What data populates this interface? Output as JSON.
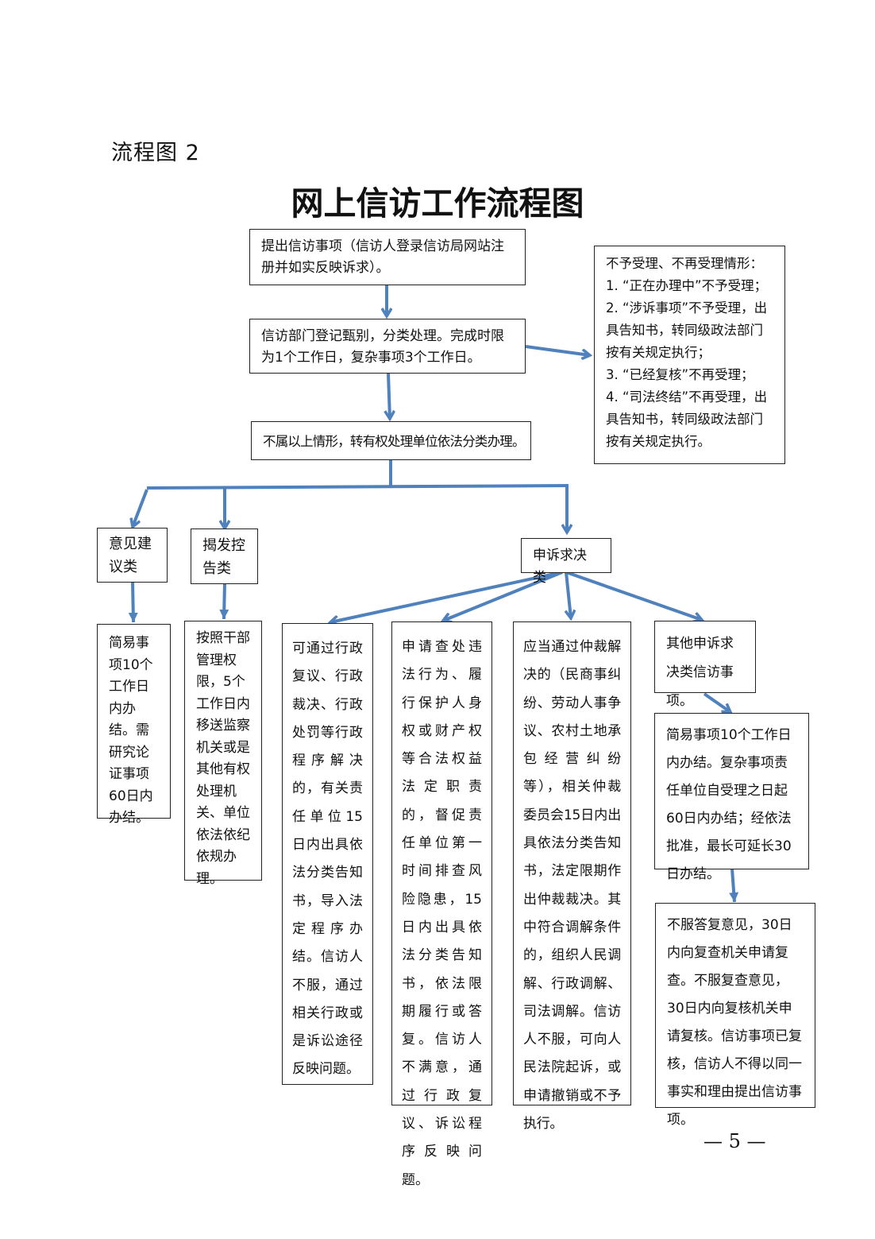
{
  "page": {
    "figure_label": "流程图 2",
    "title": "网上信访工作流程图",
    "page_number": "— 5 —"
  },
  "colors": {
    "arrow": "#4f81bd",
    "border": "#222222"
  },
  "flow": {
    "step1": "提出信访事项（信访人登录信访局网站注册并如实反映诉求）。",
    "step2": "信访部门登记甄别，分类处理。完成时限为1个工作日，复杂事项3个工作日。",
    "rejection": {
      "heading": "不予受理、不再受理情形：",
      "items": [
        "1. “正在办理中”不予受理；",
        "2. “涉诉事项”不予受理，出具告知书，转同级政法部门按有关规定执行；",
        "3. “已经复核”不再受理；",
        "4. “司法终结”不再受理，出具告知书，转同级政法部门按有关规定执行。"
      ]
    },
    "step3": "不属以上情形，转有权处理单位依法分类办理。",
    "categories": {
      "suggestion": {
        "label": "意见建议类",
        "detail": "简易事项10个工作日内办结。需研究论证事项60日内办结。"
      },
      "report": {
        "label": "揭发控告类",
        "detail": "按照干部管理权限，5个工作日内移送监察机关或是其他有权处理机关、单位依法依纪依规办理。"
      },
      "appeal": {
        "label": "申诉求决类",
        "branches": {
          "administrative": "可通过行政复议、行政裁决、行政处罚等行政程序解决的，有关责任单位15日内出具依法分类告知书，导入法定程序办结。信访人不服，通过相关行政或是诉讼途径反映问题。",
          "statutory_duty": "申请查处违法行为、履行保护人身权或财产权等合法权益法定职责的，督促责任单位第一时间排查风险隐患，15日内出具依法分类告知书，依法限期履行或答复。信访人不满意，通过行政复议、诉讼程序反映问题。",
          "arbitration": "应当通过仲裁解决的（民商事纠纷、劳动人事争议、农村土地承包经营纠纷等），相关仲裁委员会15日内出具依法分类告知书，法定限期作出仲裁裁决。其中符合调解条件的，组织人民调解、行政调解、司法调解。信访人不服，可向人民法院起诉，或申请撤销或不予执行。",
          "other": "其他申诉求决类信访事项。",
          "other_handling": "简易事项10个工作日内办结。复杂事项责任单位自受理之日起60日内办结；经依法批准，最长可延长30日办结。",
          "other_review": "不服答复意见，30日内向复查机关申请复查。不服复查意见，30日内向复核机关申请复核。信访事项已复核，信访人不得以同一事实和理由提出信访事项。"
        }
      }
    }
  }
}
